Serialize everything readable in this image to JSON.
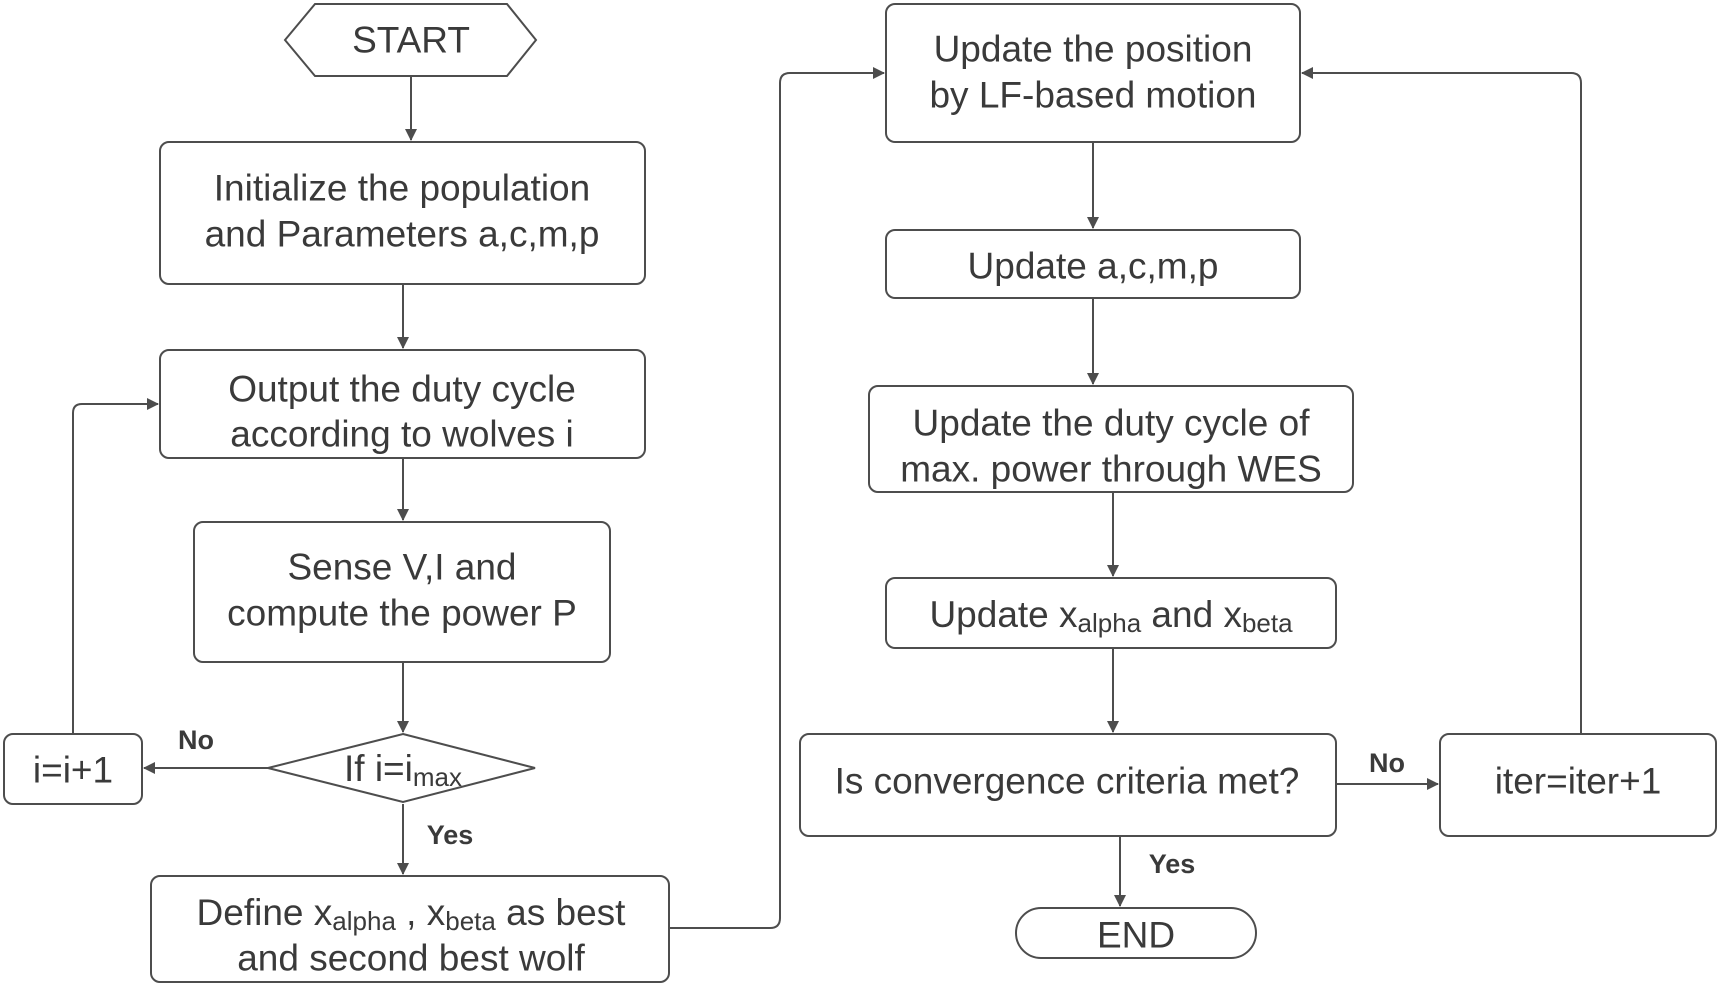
{
  "colors": {
    "stroke": "#4d4d4d",
    "text": "#3a3a3a",
    "background": "#ffffff"
  },
  "nodes": {
    "start": {
      "text": "START"
    },
    "init": {
      "line1": "Initialize the population",
      "line2": "and Parameters a,c,m,p"
    },
    "output_duty": {
      "line1": "Output the duty cycle",
      "line2": "according to wolves i"
    },
    "sense": {
      "line1": "Sense V,I and",
      "line2": "compute the power P"
    },
    "decision_imax": {
      "prefix": "If i=i",
      "sub": "max"
    },
    "increment_i": {
      "text": "i=i+1"
    },
    "define_best": {
      "l1_part1": "Define x",
      "l1_sub1": "alpha",
      "l1_part2": " , x",
      "l1_sub2": "beta",
      "l1_part3": " as best",
      "line2": "and second best wolf"
    },
    "update_position": {
      "line1": "Update the position",
      "line2": "by LF-based motion"
    },
    "update_params": {
      "text": "Update a,c,m,p"
    },
    "update_duty": {
      "line1": "Update the duty cycle of",
      "line2": "max. power through WES"
    },
    "update_best": {
      "part1": "Update x",
      "sub1": "alpha",
      "part2": " and x",
      "sub2": "beta"
    },
    "convergence": {
      "text": "Is convergence criteria met?"
    },
    "iter": {
      "text": "iter=iter+1"
    },
    "end": {
      "text": "END"
    }
  },
  "branches": {
    "imax_no": "No",
    "imax_yes": "Yes",
    "conv_no": "No",
    "conv_yes": "Yes"
  }
}
